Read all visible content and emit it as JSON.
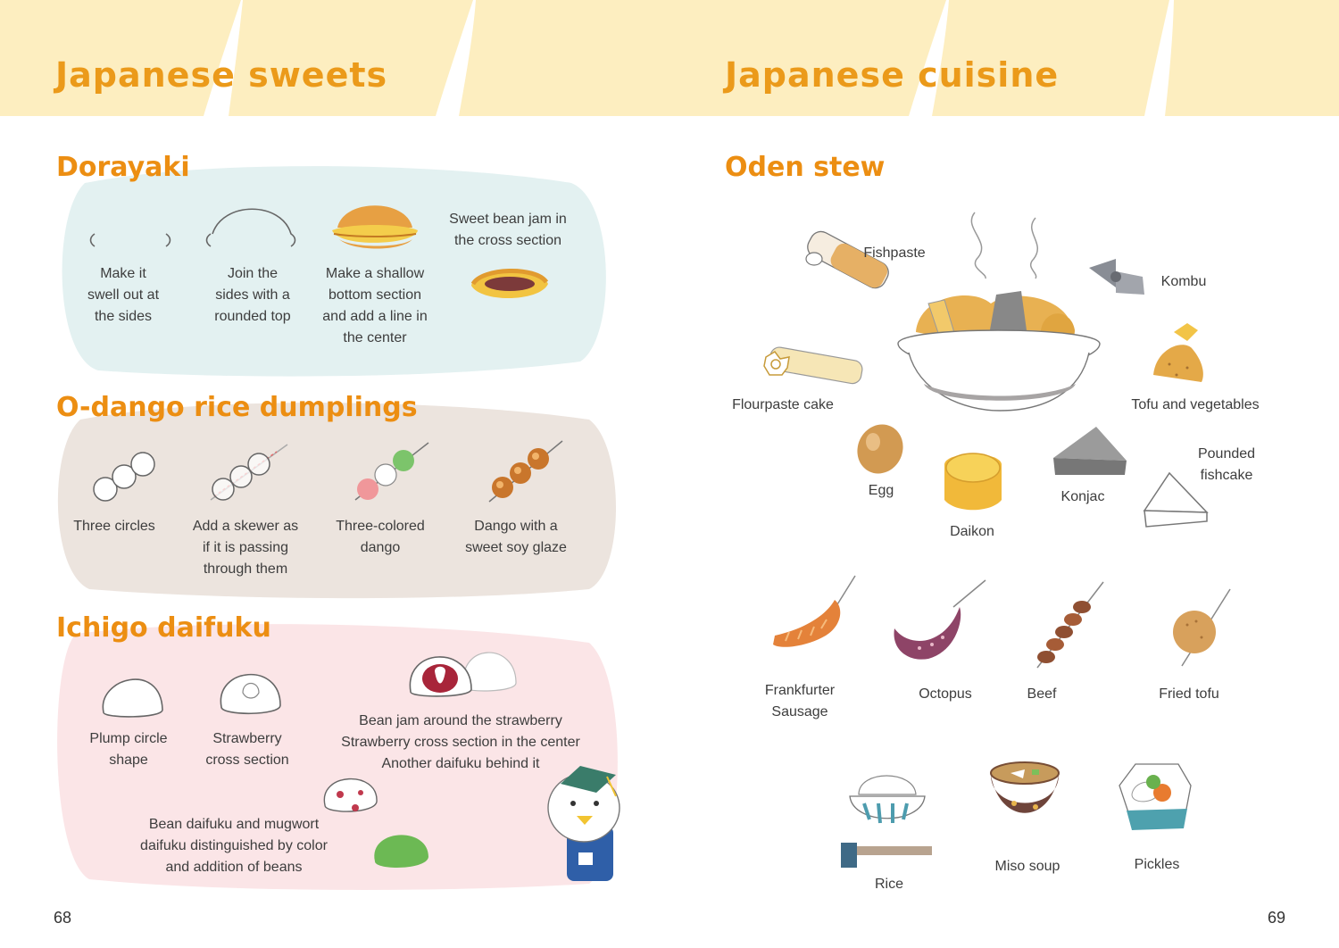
{
  "left_page": {
    "header": "Japanese sweets",
    "page_number": "68",
    "sections": [
      {
        "title": "Dorayaki",
        "steps": [
          "Make it\nswell out at\nthe sides",
          "Join the\nsides with a\nrounded top",
          "Make a shallow\nbottom section\nand add a line in\nthe center",
          "Sweet bean jam in\nthe cross section"
        ]
      },
      {
        "title": "O-dango rice dumplings",
        "steps": [
          "Three circles",
          "Add a skewer as\nif it is passing\nthrough them",
          "Three-colored\ndango",
          "Dango with a\nsweet soy glaze"
        ]
      },
      {
        "title": "Ichigo daifuku",
        "steps": [
          "Plump circle\nshape",
          "Strawberry\ncross section",
          "Bean jam around the strawberry\nStrawberry cross section in the center\nAnother daifuku behind it",
          "Bean daifuku and mugwort\ndaifuku distinguished by color\nand addition of beans"
        ]
      }
    ]
  },
  "right_page": {
    "header": "Japanese cuisine",
    "page_number": "69",
    "section_title": "Oden stew",
    "oden_labels": {
      "fishpaste": "Fishpaste",
      "kombu": "Kombu",
      "flourpaste": "Flourpaste cake",
      "tofu_veg": "Tofu and vegetables",
      "pounded": "Pounded\nfishcake",
      "egg": "Egg",
      "konjac": "Konjac",
      "daikon": "Daikon"
    },
    "skewers": [
      "Frankfurter\nSausage",
      "Octopus",
      "Beef",
      "Fried tofu"
    ],
    "meals": [
      "Rice",
      "Miso soup",
      "Pickles"
    ]
  },
  "colors": {
    "header_band": "#fdeec0",
    "title_orange": "#eb9a1a",
    "blob_blue": "#e3f1f1",
    "blob_beige": "#ece4de",
    "blob_pink": "#fbe5e7"
  }
}
